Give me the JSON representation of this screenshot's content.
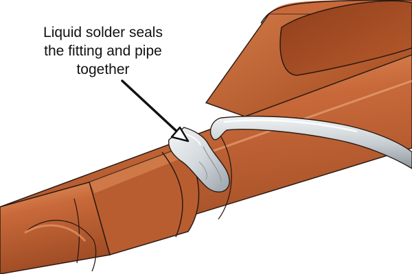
{
  "annotation": {
    "lines": [
      "Liquid solder seals",
      "the fitting and pipe",
      "together"
    ]
  },
  "colors": {
    "copper_mid": "#c8693a",
    "copper_dark": "#9e4b24",
    "copper_light": "#e79a66",
    "solder": "#d8dcdf",
    "solder_shadow": "#9ea6ad",
    "outline": "#2a1a12",
    "arrow": "#111111"
  }
}
